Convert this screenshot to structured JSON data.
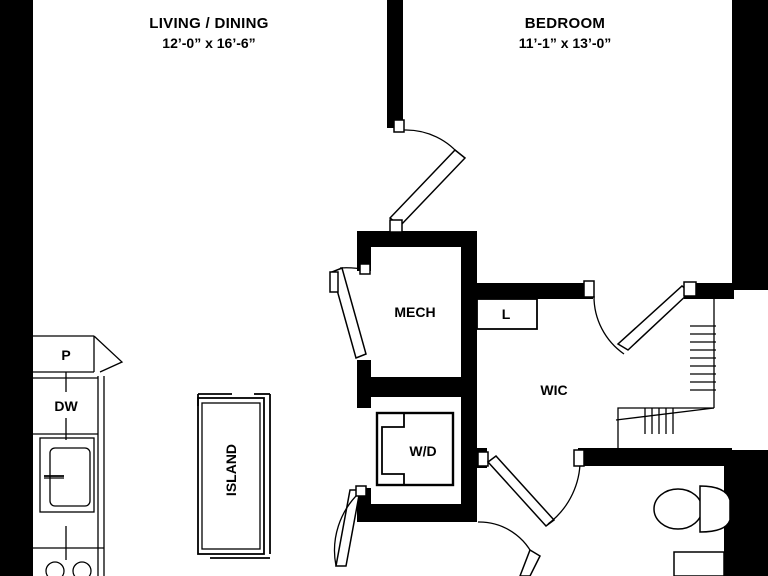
{
  "rooms": {
    "living": {
      "name": "LIVING / DINING",
      "dimensions": "12’-0” x 16’-6”"
    },
    "bedroom": {
      "name": "BEDROOM",
      "dimensions": "11’-1” x 13’-0”"
    },
    "mech": {
      "name": "MECH"
    },
    "wic": {
      "name": "WIC"
    },
    "linen": {
      "name": "L"
    },
    "laundry": {
      "name": "W/D"
    },
    "island": {
      "name": "ISLAND"
    },
    "pantry": {
      "name": "P"
    },
    "dishwasher": {
      "name": "DW"
    }
  }
}
